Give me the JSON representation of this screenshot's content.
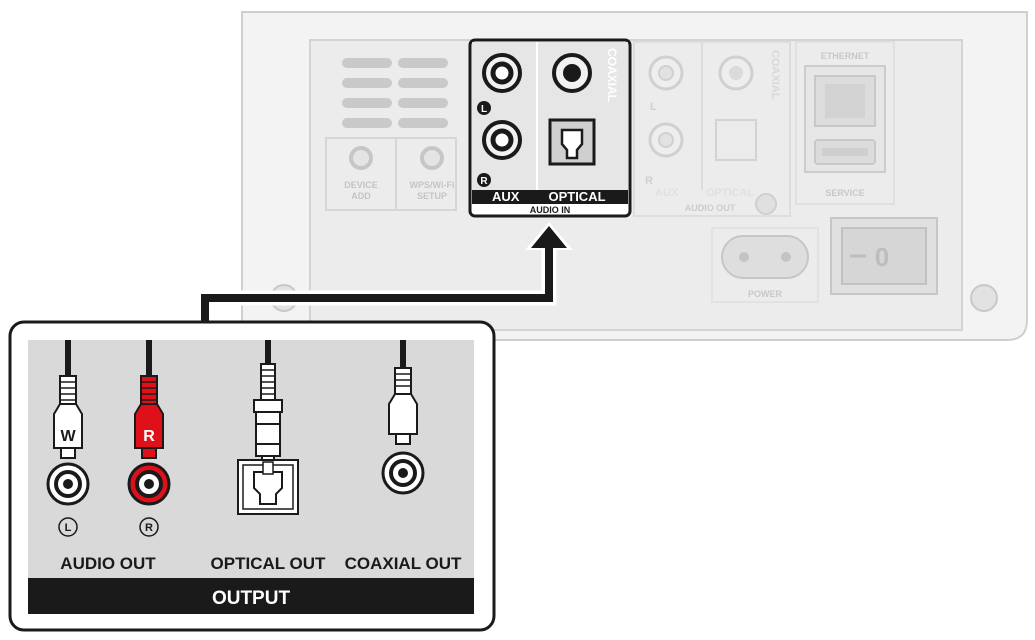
{
  "device_panel": {
    "buttons": [
      {
        "line1": "DEVICE",
        "line2": "ADD"
      },
      {
        "line1": "WPS/Wi-Fi",
        "line2": "SETUP"
      }
    ],
    "audio_in": {
      "group_label": "AUDIO IN",
      "aux_label": "AUX",
      "optical_label": "OPTICAL",
      "coaxial_label": "COAXIAL",
      "left_marker": "L",
      "right_marker": "R"
    },
    "audio_out": {
      "group_label": "AUDIO OUT",
      "aux_label": "AUX",
      "optical_label": "OPTICAL",
      "coaxial_label": "COAXIAL",
      "left_marker": "L",
      "right_marker": "R"
    },
    "ethernet_label": "ETHERNET",
    "service_label": "SERVICE",
    "power_label": "POWER",
    "switch_off_symbol": "0"
  },
  "source_device": {
    "plug_white_letter": "W",
    "plug_red_letter": "R",
    "left_marker": "L",
    "right_marker": "R",
    "audio_out_label": "AUDIO OUT",
    "optical_out_label": "OPTICAL OUT",
    "coaxial_out_label": "COAXIAL OUT",
    "output_label": "OUTPUT"
  },
  "colors": {
    "panel_fill": "#f3f3f3",
    "faded_stroke": "#c8c8c8",
    "red_plug": "#e0101a",
    "dark": "#1a1a1a",
    "source_panel": "#d9d9d9"
  }
}
